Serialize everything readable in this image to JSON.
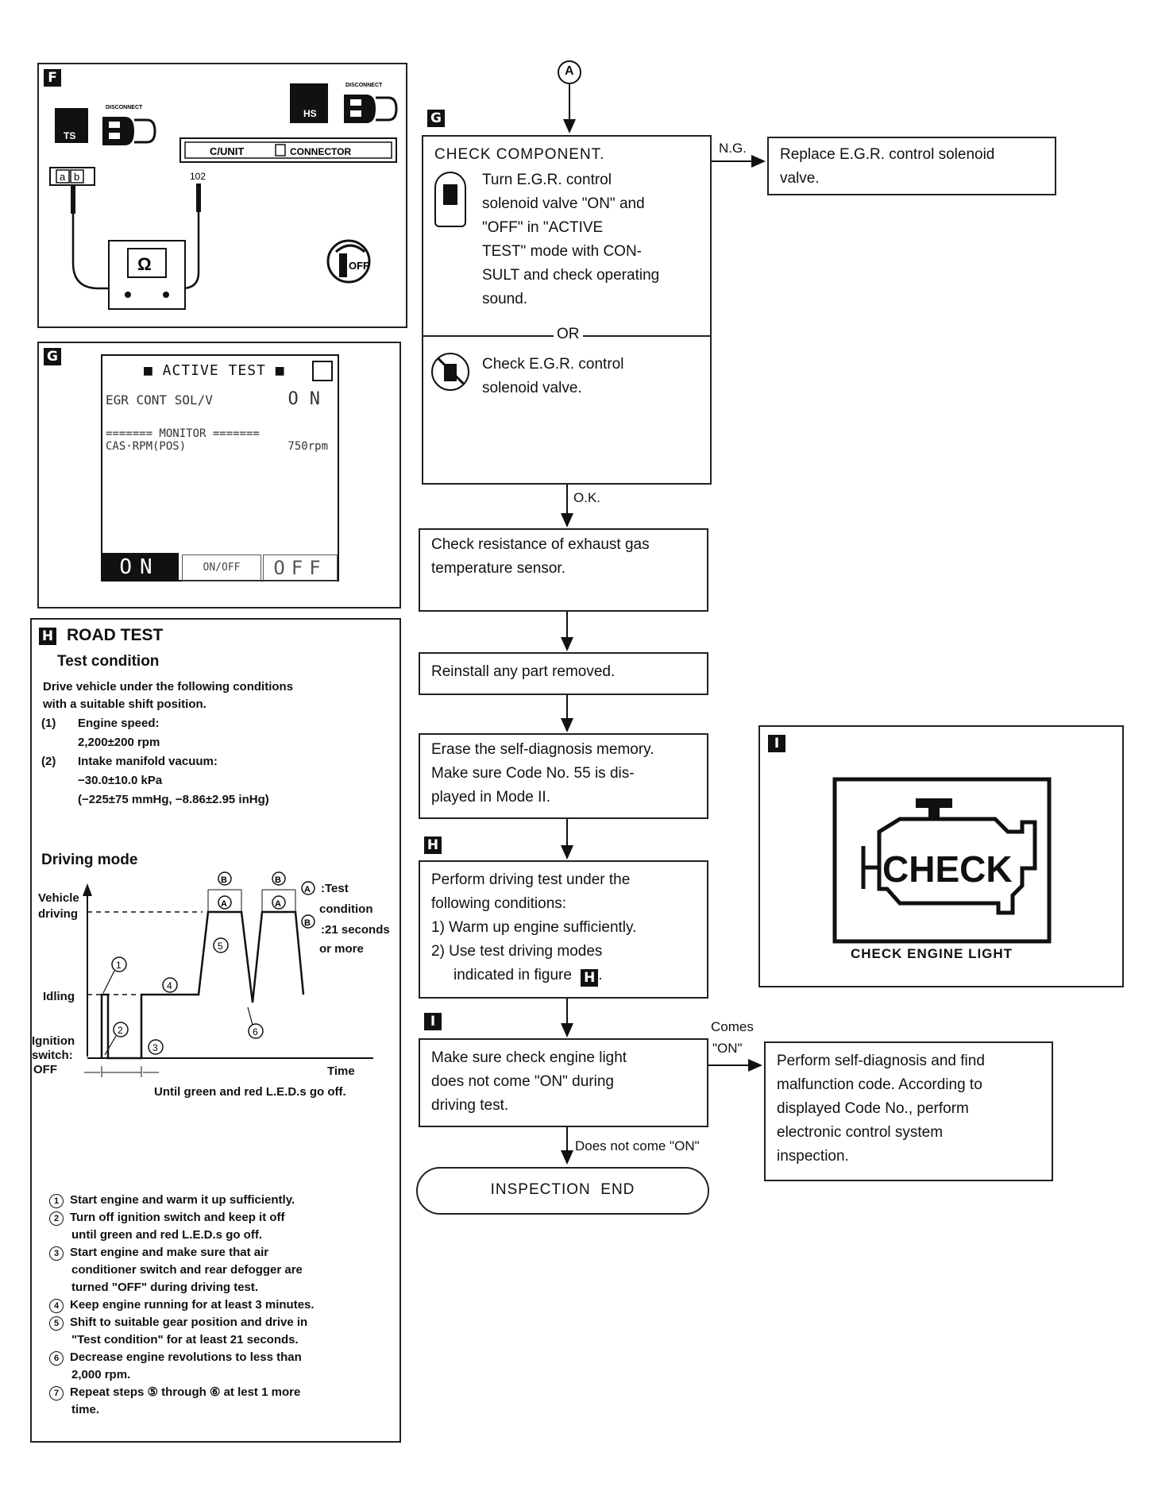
{
  "panel_f": {
    "tag": "F",
    "ts_label": "TS",
    "hs_label": "HS",
    "disconnect_1": "DISCONNECT",
    "disconnect_2": "DISCONNECT",
    "cunit_label": "C/UNIT",
    "connector_label": "CONNECTOR",
    "pin_label": "102",
    "pin_a": "a",
    "pin_b": "b",
    "ohm_symbol": "Ω",
    "key_label": "OFF"
  },
  "panel_g": {
    "tag": "G",
    "title": "■ ACTIVE TEST ■",
    "line1_label": "EGR CONT SOL/V",
    "line1_value": "ON",
    "monitor_line": "======= MONITOR =======",
    "line2_label": "CAS·RPM(POS)",
    "line2_value": "750rpm",
    "btn_on": "ON",
    "btn_onoff": "ON/OFF",
    "btn_off": "OFF"
  },
  "panel_h": {
    "tag": "H",
    "title": "ROAD TEST",
    "test_condition_heading": "Test condition",
    "intro_line1": "Drive vehicle under the following conditions",
    "intro_line2": "with a suitable shift position.",
    "c1_num": "(1)",
    "c1_label": "Engine speed:",
    "c1_value": "2,200±200 rpm",
    "c2_num": "(2)",
    "c2_label": "Intake manifold vacuum:",
    "c2_value1": "−30.0±10.0 kPa",
    "c2_value2": "(−225±75 mmHg, −8.86±2.95 inHg)",
    "driving_mode_heading": "Driving mode",
    "legend_a": ":Test",
    "legend_a2": "condition",
    "legend_b": ":21 seconds",
    "legend_b2": "or more",
    "y_vehicle": "Vehicle",
    "y_driving": "driving",
    "y_idling": "Idling",
    "y_ignition": "Ignition",
    "y_switch": "switch:",
    "y_off": "OFF",
    "x_time": "Time",
    "until_text": "Until green and red L.E.D.s go off.",
    "steps": [
      {
        "num": "1",
        "text": "Start engine and warm it up sufficiently."
      },
      {
        "num": "2",
        "text": "Turn off ignition switch and keep it off",
        "cont": "until green and red L.E.D.s go off."
      },
      {
        "num": "3",
        "text": "Start engine and make sure that air",
        "cont": "conditioner switch and rear defogger are",
        "cont2": "turned \"OFF\" during driving test."
      },
      {
        "num": "4",
        "text": "Keep engine running for at least 3 minutes."
      },
      {
        "num": "5",
        "text": "Shift to suitable gear position and drive in",
        "cont": "\"Test condition\" for at least 21 seconds."
      },
      {
        "num": "6",
        "text": "Decrease engine revolutions to less than",
        "cont": "2,000 rpm."
      },
      {
        "num": "7",
        "text": "Repeat steps ⑤ through ⑥ at lest 1 more",
        "cont": "time."
      }
    ]
  },
  "flow": {
    "connector": "A",
    "tag_g": "G",
    "check_component": "CHECK COMPONENT.",
    "consult_lines": [
      "Turn E.G.R. control",
      "solenoid valve \"ON\" and",
      "\"OFF\" in \"ACTIVE",
      "TEST\" mode with CON-",
      "SULT and check operating",
      "sound."
    ],
    "or_label": "OR",
    "manual_lines": [
      "Check E.G.R. control",
      "solenoid valve."
    ],
    "ng_label": "N.G.",
    "replace_lines": [
      "Replace E.G.R. control solenoid",
      "valve."
    ],
    "ok_label": "O.K.",
    "resistance_lines": [
      "Check resistance of exhaust gas",
      "temperature sensor."
    ],
    "reinstall": "Reinstall any part removed.",
    "erase_lines": [
      "Erase the self-diagnosis memory.",
      "Make sure Code No. 55 is dis-",
      "played in Mode II."
    ],
    "tag_h": "H",
    "drive_lines": [
      "Perform driving test under the",
      "following conditions:",
      "1) Warm up engine sufficiently.",
      "2) Use test driving modes",
      "indicated in figure"
    ],
    "drive_fig_tag": "H",
    "tag_i": "I",
    "check_light_lines": [
      "Make sure check engine light",
      "does not come \"ON\" during",
      "driving test."
    ],
    "comes_label": "Comes",
    "comes_on_label": "\"ON\"",
    "self_diag_lines": [
      "Perform self-diagnosis and find",
      "malfunction code. According to",
      "displayed Code No., perform",
      "electronic control system",
      "inspection."
    ],
    "does_not_label": "Does not come \"ON\"",
    "end_label": "INSPECTION  END"
  },
  "panel_i": {
    "tag": "I",
    "check_text": "CHECK",
    "caption": "CHECK ENGINE LIGHT"
  }
}
